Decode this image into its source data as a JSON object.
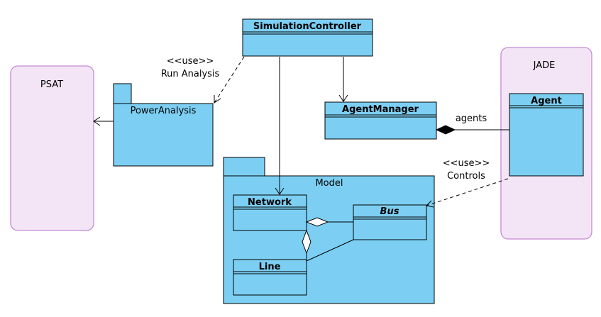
{
  "diagram": {
    "containers": {
      "psat": "PSAT",
      "jade": "JADE"
    },
    "packages": {
      "power_analysis": "PowerAnalysis",
      "model": "Model"
    },
    "classes": {
      "simulation_controller": "SimulationController",
      "agent_manager": "AgentManager",
      "agent": "Agent",
      "network": "Network",
      "bus": "Bus",
      "line": "Line"
    },
    "edge_labels": {
      "use_top": "<<use>>",
      "run_analysis": "Run Analysis",
      "agents": "agents",
      "use_right": "<<use>>",
      "controls": "Controls"
    },
    "colors": {
      "class_fill": "#7ccff3",
      "container_fill": "#f3e5f5",
      "container_stroke": "#c68cd6"
    }
  }
}
